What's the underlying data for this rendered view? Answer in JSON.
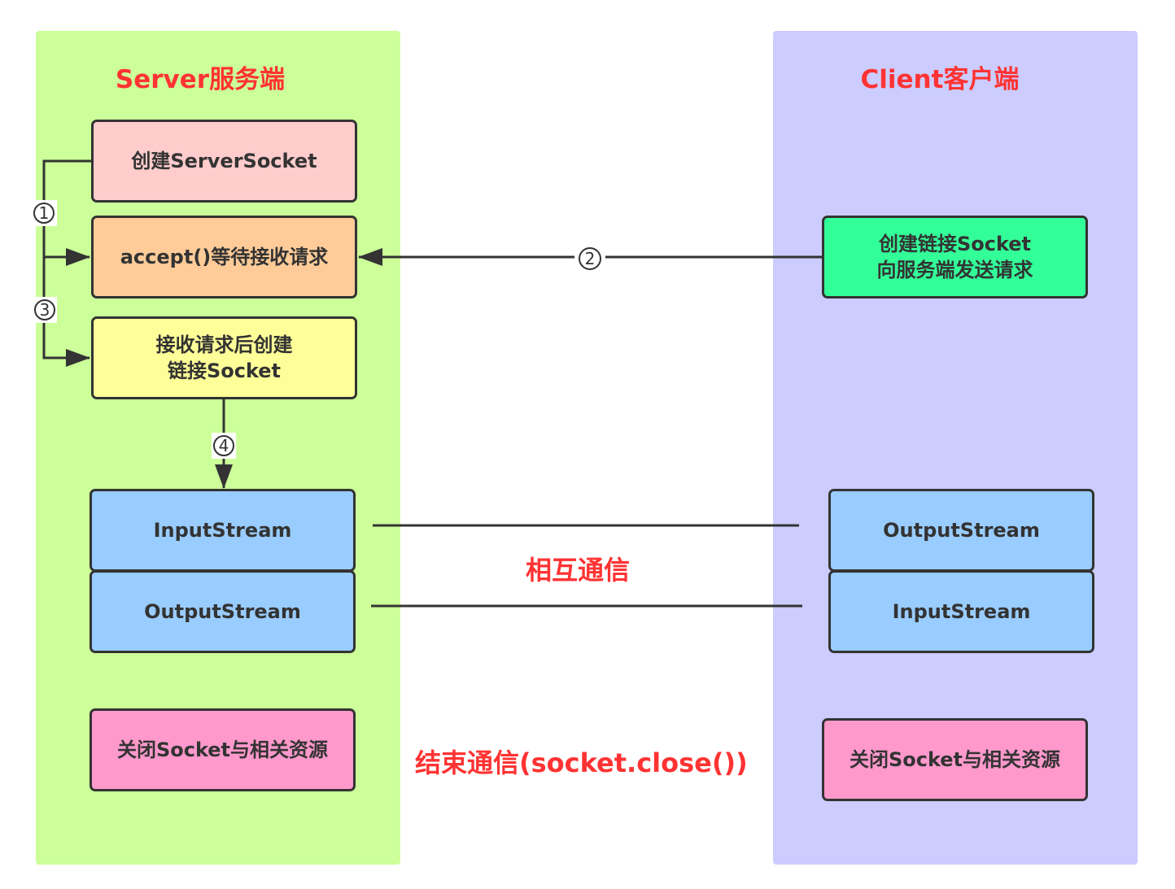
{
  "server": {
    "title": "Server服务端",
    "create_server_socket": "创建ServerSocket",
    "accept": "accept()等待接收请求",
    "create_link_line1": "接收请求后创建",
    "create_link_line2": "链接Socket",
    "input_stream": "InputStream",
    "output_stream": "OutputStream",
    "close": "关闭Socket与相关资源"
  },
  "client": {
    "title": "Client客户端",
    "request_line1": "创建链接Socket",
    "request_line2": "向服务端发送请求",
    "output_stream": "OutputStream",
    "input_stream": "InputStream",
    "close": "关闭Socket与相关资源"
  },
  "labels": {
    "mutual_comm": "相互通信",
    "end_comm": "结束通信(socket.close())"
  },
  "steps": {
    "step1": "1",
    "step2": "2",
    "step3": "3",
    "step4": "4"
  },
  "colors": {
    "server_bg": "#ccff99",
    "client_bg": "#ccccff",
    "title_red": "#ff3333",
    "stream_blue": "#99ccff",
    "close_pink": "#ff99cc",
    "request_green": "#33ff99"
  }
}
